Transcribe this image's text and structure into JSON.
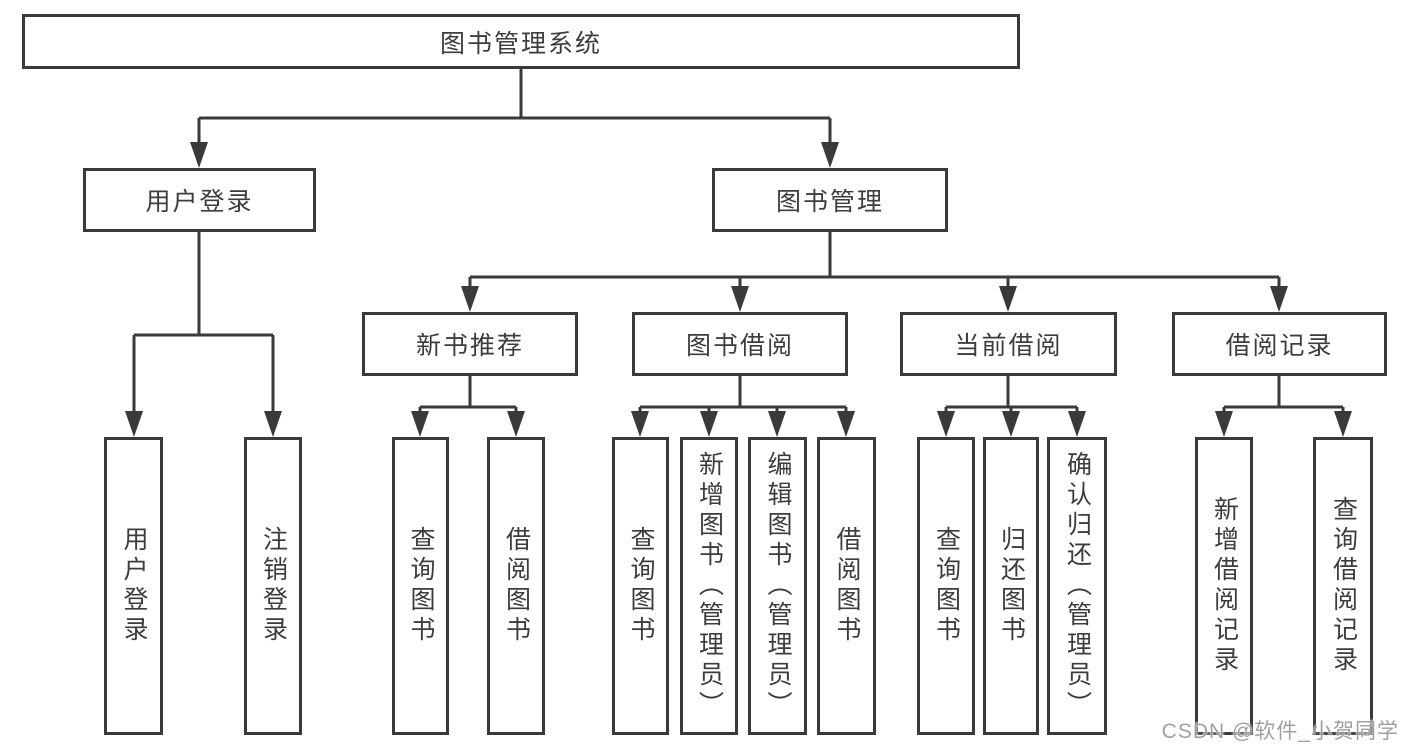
{
  "diagram_type": "hierarchy-tree",
  "colors": {
    "line": "#3a3a3a",
    "box_border": "#3a3a3a",
    "text": "#3d3d3d",
    "background": "#ffffff",
    "watermark": "#989898"
  },
  "tree": {
    "label": "图书管理系统",
    "children": [
      {
        "label": "用户登录",
        "children": [
          {
            "label": "用户登录"
          },
          {
            "label": "注销登录"
          }
        ]
      },
      {
        "label": "图书管理",
        "children": [
          {
            "label": "新书推荐",
            "children": [
              {
                "label": "查询图书"
              },
              {
                "label": "借阅图书"
              }
            ]
          },
          {
            "label": "图书借阅",
            "children": [
              {
                "label": "查询图书"
              },
              {
                "label": "新增图书（管理员）"
              },
              {
                "label": "编辑图书（管理员）"
              },
              {
                "label": "借阅图书"
              }
            ]
          },
          {
            "label": "当前借阅",
            "children": [
              {
                "label": "查询图书"
              },
              {
                "label": "归还图书"
              },
              {
                "label": "确认归还（管理员）"
              }
            ]
          },
          {
            "label": "借阅记录",
            "children": [
              {
                "label": "新增借阅记录"
              },
              {
                "label": "查询借阅记录"
              }
            ]
          }
        ]
      }
    ]
  },
  "watermark": {
    "text": "CSDN @软件_小贺同学"
  }
}
